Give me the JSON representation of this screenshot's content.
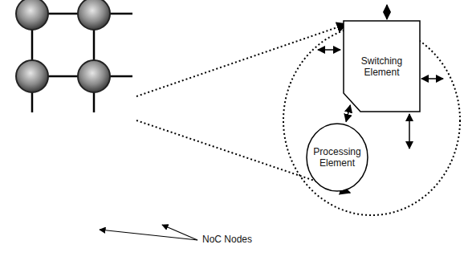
{
  "diagram": {
    "nodes": [
      {
        "text": [
          "Switching Element"
        ]
      },
      {
        "text": [
          "Processing Element"
        ]
      }
    ],
    "edges": [
      {
        "from": 1,
        "to": 0,
        "arrow": "both"
      }
    ],
    "labels": [
      "NoC Nodes"
    ]
  }
}
